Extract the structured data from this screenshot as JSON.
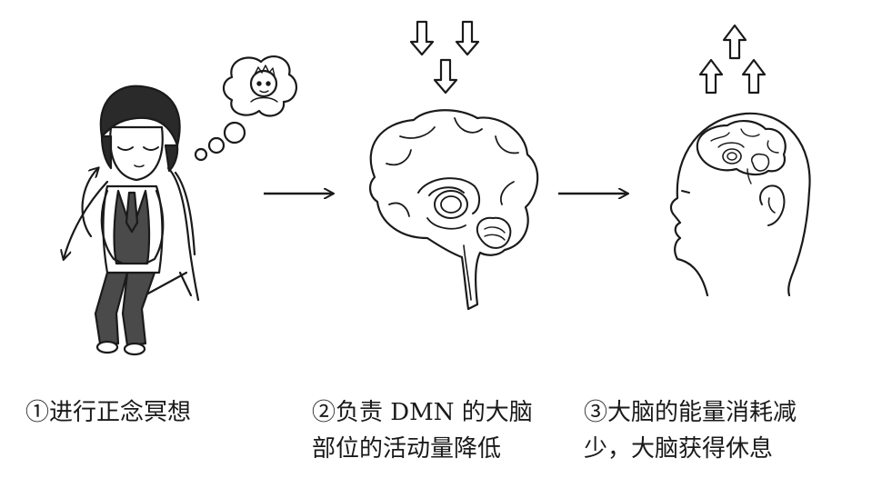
{
  "colors": {
    "line": "#1a1a1a",
    "hair": "#2a2a2a",
    "suit": "#4a4a4a",
    "skin": "#ffffff"
  },
  "steps": [
    {
      "line1": "①进行正念冥想",
      "line2": ""
    },
    {
      "line1": "②负责 DMN 的大脑",
      "line2": "部位的活动量降低"
    },
    {
      "line1": "③大脑的能量消耗减",
      "line2": "少，大脑获得休息"
    }
  ],
  "icons": {
    "step1": "meditating-person-illustration",
    "step2": "brain-sagittal-illustration",
    "step3": "head-with-brain-illustration",
    "down": "down-arrow-icon",
    "up": "up-arrow-icon",
    "flow": "right-arrow-icon"
  }
}
